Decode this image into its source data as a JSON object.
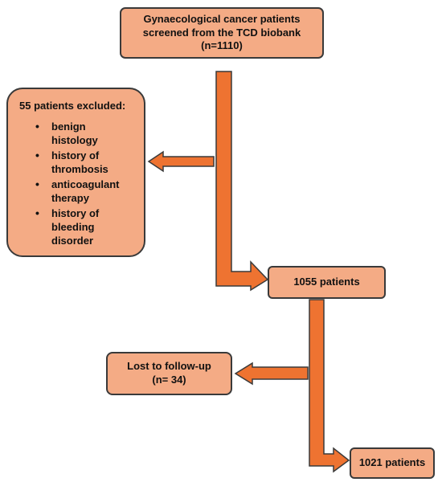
{
  "top_box": {
    "line1": "Gynaecological  cancer patients",
    "line2": "screened from the TCD biobank",
    "line3": "(n=1110)"
  },
  "excluded_box": {
    "heading": "55 patients excluded:",
    "items": [
      {
        "line1": "benign",
        "line2": "histology"
      },
      {
        "line1": "history of",
        "line2": "thrombosis"
      },
      {
        "line1": "anticoagulant",
        "line2": "therapy"
      },
      {
        "line1": "history of",
        "line2": "bleeding",
        "line3": "disorder"
      }
    ]
  },
  "middle_box": {
    "label": "1055 patients"
  },
  "lost_box": {
    "line1": "Lost to follow-up",
    "line2": "(n= 34)"
  },
  "final_box": {
    "label": "1021 patients"
  },
  "colors": {
    "box_fill": "#f4ab85",
    "arrow_fill": "#ee7331",
    "outline": "#3a3a3a"
  }
}
